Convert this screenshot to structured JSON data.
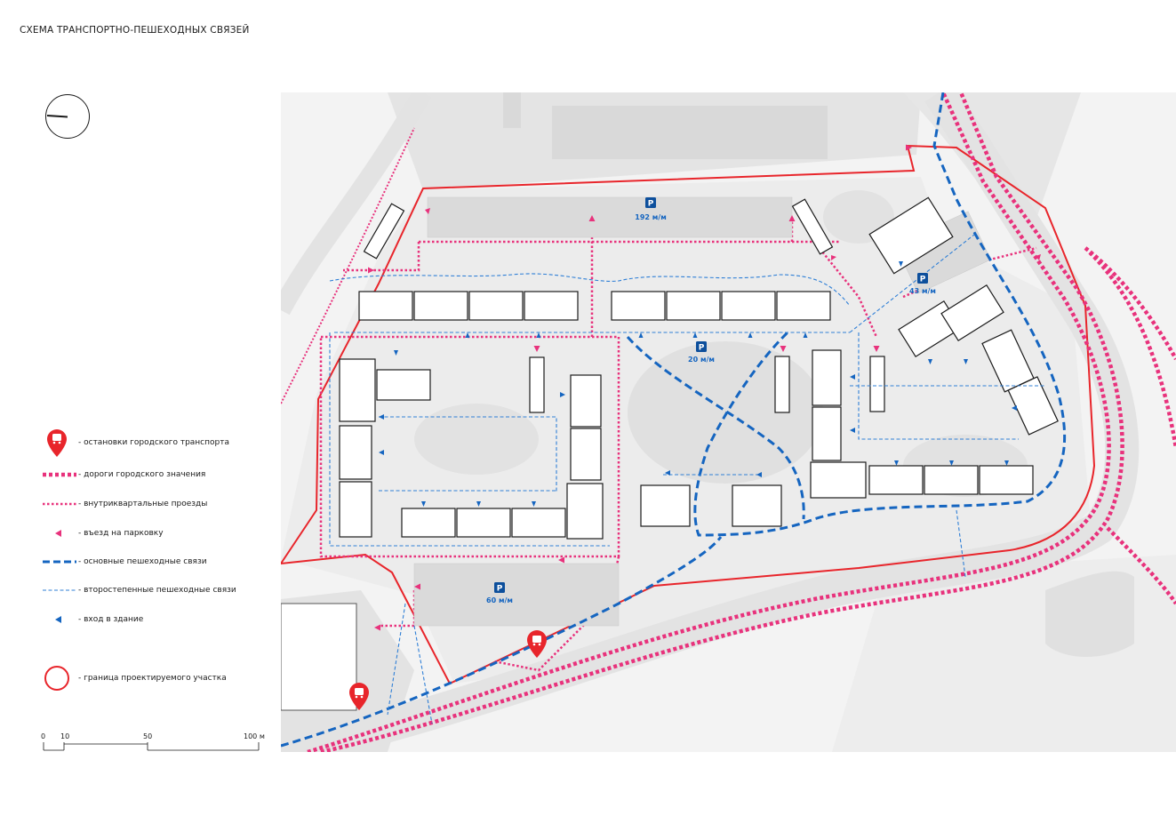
{
  "title": "СХЕМА ТРАНСПОРТНО-ПЕШЕХОДНЫХ СВЯЗЕЙ",
  "legend": {
    "items": [
      {
        "key": "bus_stop",
        "label": "- остановки городского транспорта"
      },
      {
        "key": "city_roads",
        "label": "- дороги городского значения"
      },
      {
        "key": "internal_roads",
        "label": "- внутриквартальные проезды"
      },
      {
        "key": "parking_entry",
        "label": "- въезд на парковку"
      },
      {
        "key": "main_ped",
        "label": "- основные пешеходные связи"
      },
      {
        "key": "secondary_ped",
        "label": "- второстепенные пешеходные связи"
      },
      {
        "key": "building_entry",
        "label": "- вход в здание"
      },
      {
        "key": "site_boundary",
        "label": "- граница проектируемого участка"
      }
    ]
  },
  "scale": {
    "labels": [
      "0",
      "10",
      "50",
      "100 м"
    ]
  },
  "parking": [
    {
      "symbol": "P",
      "capacity": "192 м/м"
    },
    {
      "symbol": "P",
      "capacity": "20 м/м"
    },
    {
      "symbol": "P",
      "capacity": "43 м/м"
    },
    {
      "symbol": "P",
      "capacity": "60 м/м"
    }
  ],
  "colors": {
    "boundary": "#e8252b",
    "road": "#e8327c",
    "main_ped": "#1565c0",
    "secondary_ped": "#2f7fd6",
    "building": "#ffffff",
    "ground": "#e9e9e9"
  },
  "icons": {
    "bus_stop": "bus-stop-pin-icon",
    "parking": "parking-icon",
    "north": "north-arrow-icon"
  }
}
